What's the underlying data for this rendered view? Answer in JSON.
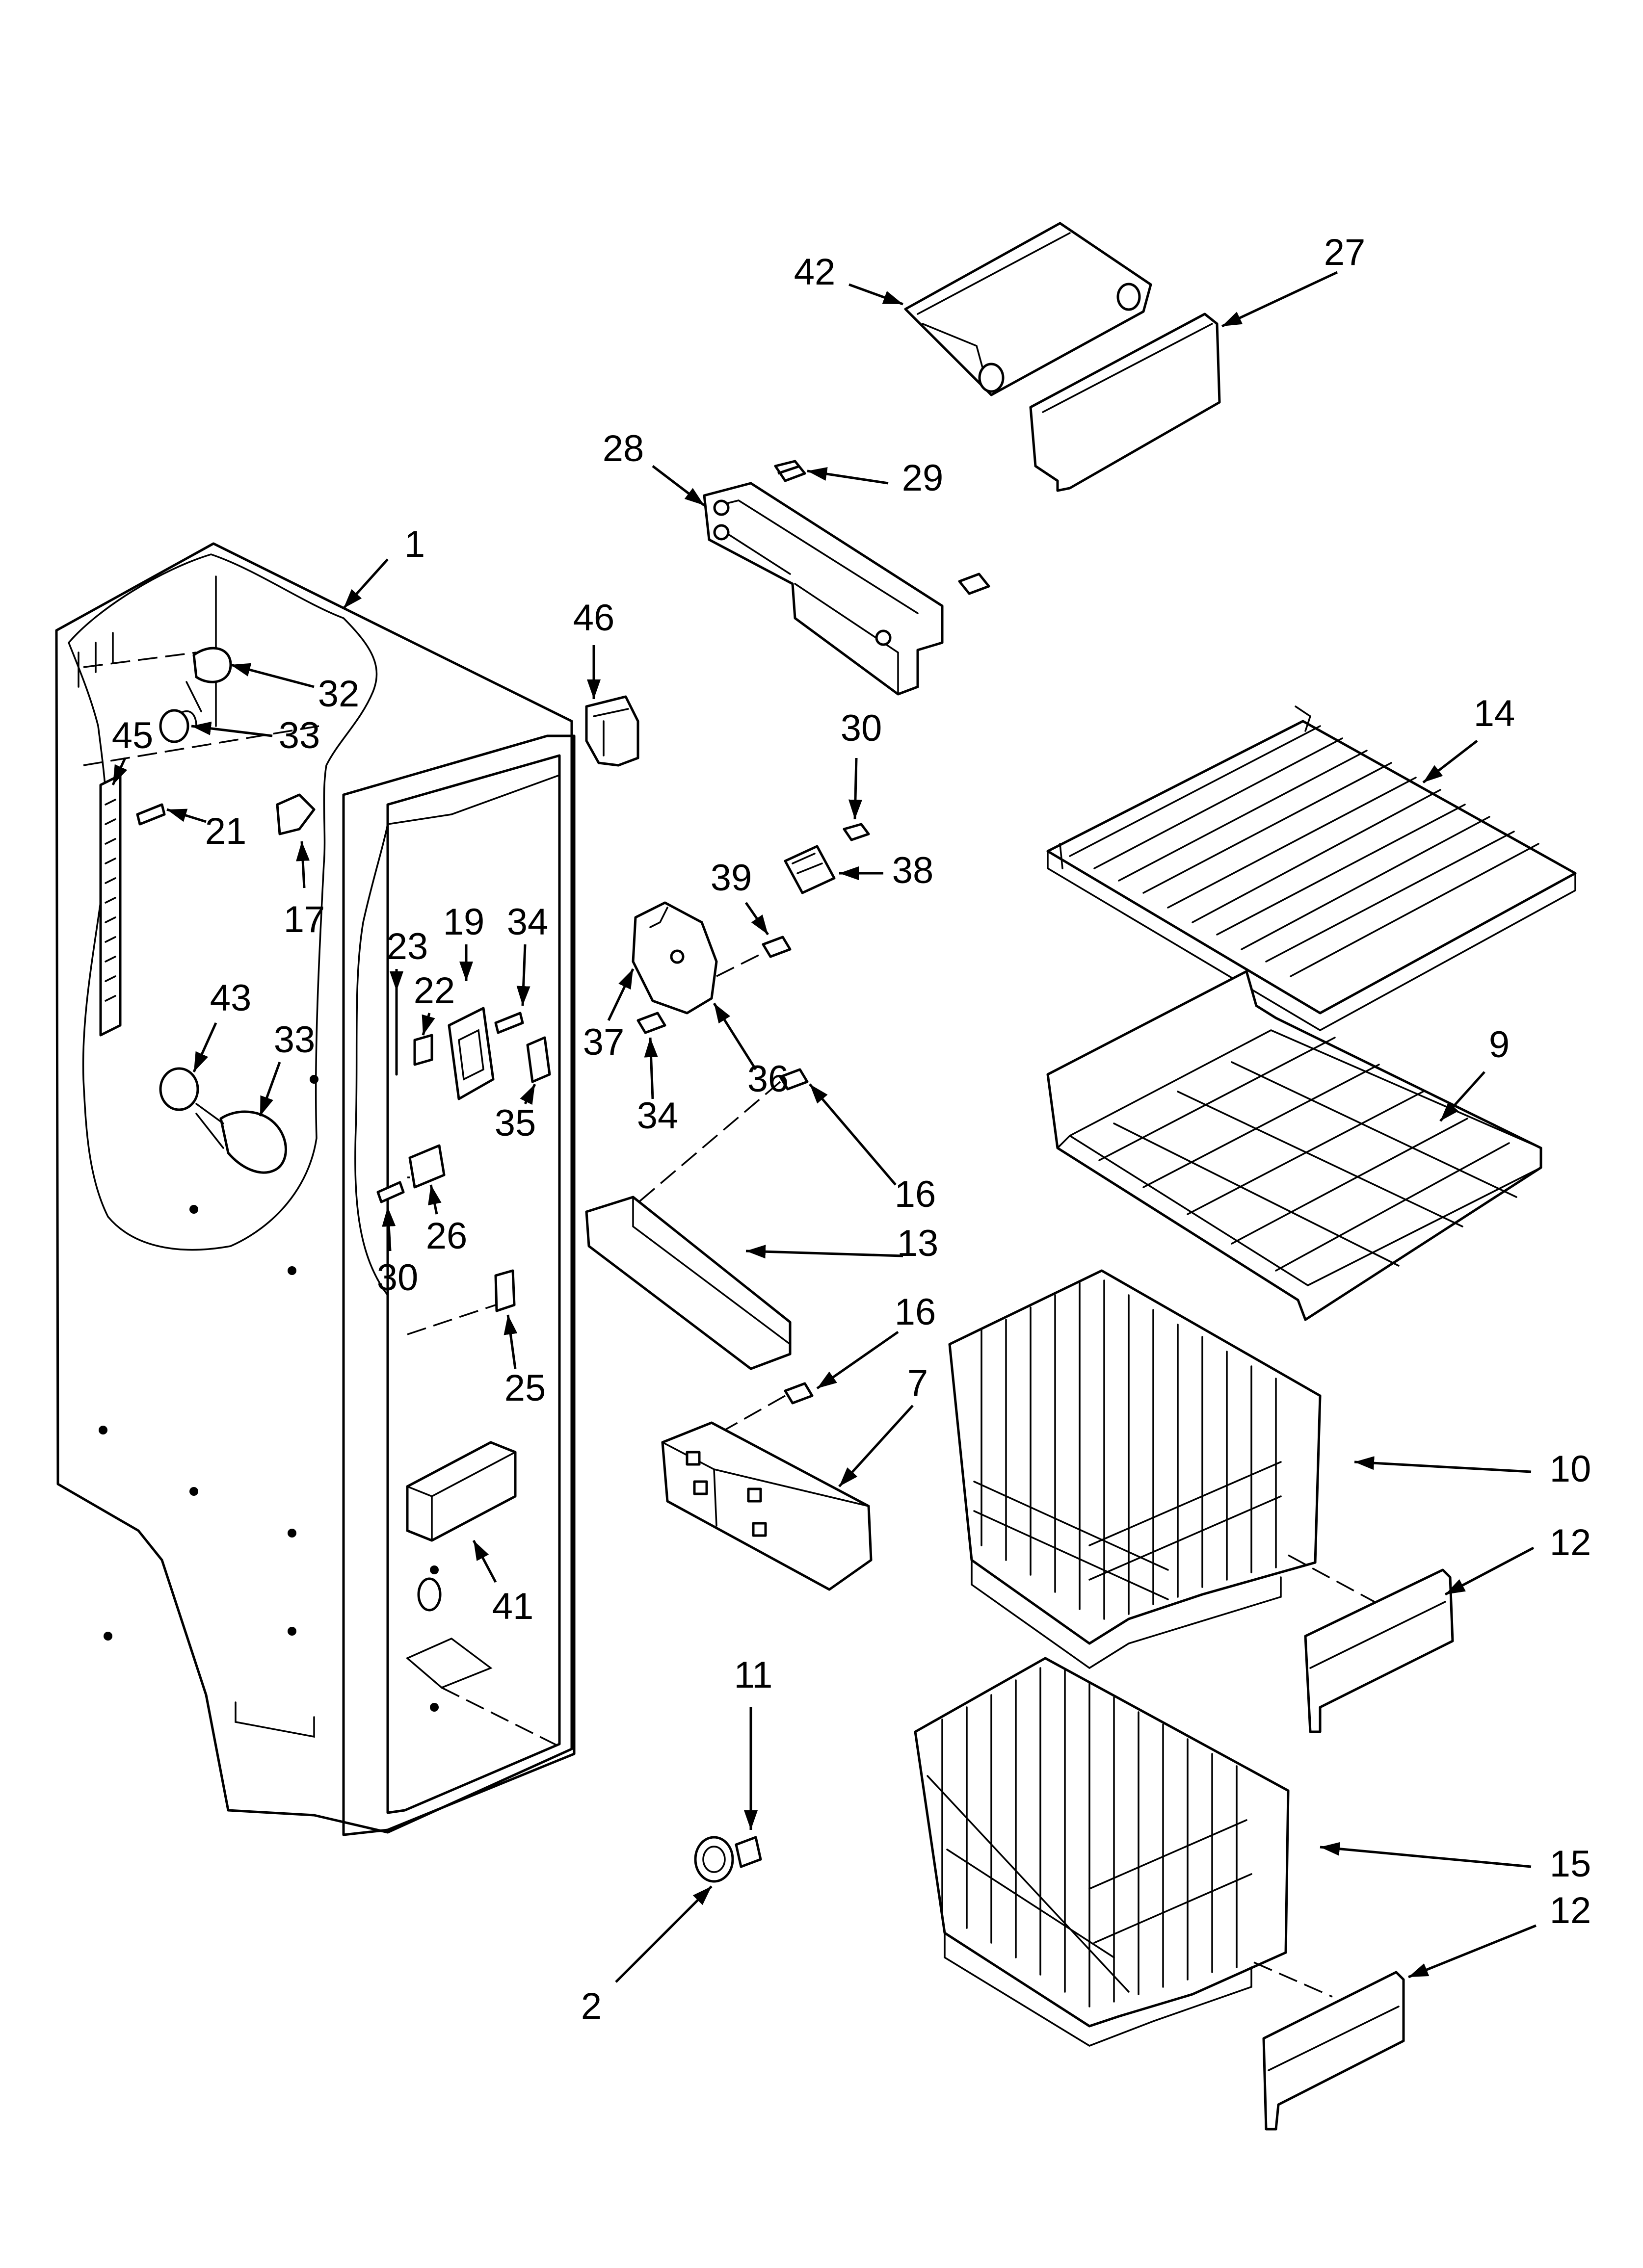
{
  "diagram": {
    "callouts": [
      {
        "id": "c1",
        "label": "1"
      },
      {
        "id": "c32",
        "label": "32"
      },
      {
        "id": "c33a",
        "label": "33"
      },
      {
        "id": "c45",
        "label": "45"
      },
      {
        "id": "c21",
        "label": "21"
      },
      {
        "id": "c17",
        "label": "17"
      },
      {
        "id": "c43",
        "label": "43"
      },
      {
        "id": "c33b",
        "label": "33"
      },
      {
        "id": "c23",
        "label": "23"
      },
      {
        "id": "c22",
        "label": "22"
      },
      {
        "id": "c19",
        "label": "19"
      },
      {
        "id": "c34a",
        "label": "34"
      },
      {
        "id": "c35",
        "label": "35"
      },
      {
        "id": "c26",
        "label": "26"
      },
      {
        "id": "c30a",
        "label": "30"
      },
      {
        "id": "c25",
        "label": "25"
      },
      {
        "id": "c41",
        "label": "41"
      },
      {
        "id": "c46",
        "label": "46"
      },
      {
        "id": "c42",
        "label": "42"
      },
      {
        "id": "c27",
        "label": "27"
      },
      {
        "id": "c28",
        "label": "28"
      },
      {
        "id": "c29",
        "label": "29"
      },
      {
        "id": "c30b",
        "label": "30"
      },
      {
        "id": "c38",
        "label": "38"
      },
      {
        "id": "c39",
        "label": "39"
      },
      {
        "id": "c37",
        "label": "37"
      },
      {
        "id": "c36",
        "label": "36"
      },
      {
        "id": "c34b",
        "label": "34"
      },
      {
        "id": "c16a",
        "label": "16"
      },
      {
        "id": "c13",
        "label": "13"
      },
      {
        "id": "c16b",
        "label": "16"
      },
      {
        "id": "c7",
        "label": "7"
      },
      {
        "id": "c11",
        "label": "11"
      },
      {
        "id": "c2",
        "label": "2"
      },
      {
        "id": "c14",
        "label": "14"
      },
      {
        "id": "c9",
        "label": "9"
      },
      {
        "id": "c10",
        "label": "10"
      },
      {
        "id": "c12a",
        "label": "12"
      },
      {
        "id": "c15",
        "label": "15"
      },
      {
        "id": "c12b",
        "label": "12"
      }
    ]
  }
}
